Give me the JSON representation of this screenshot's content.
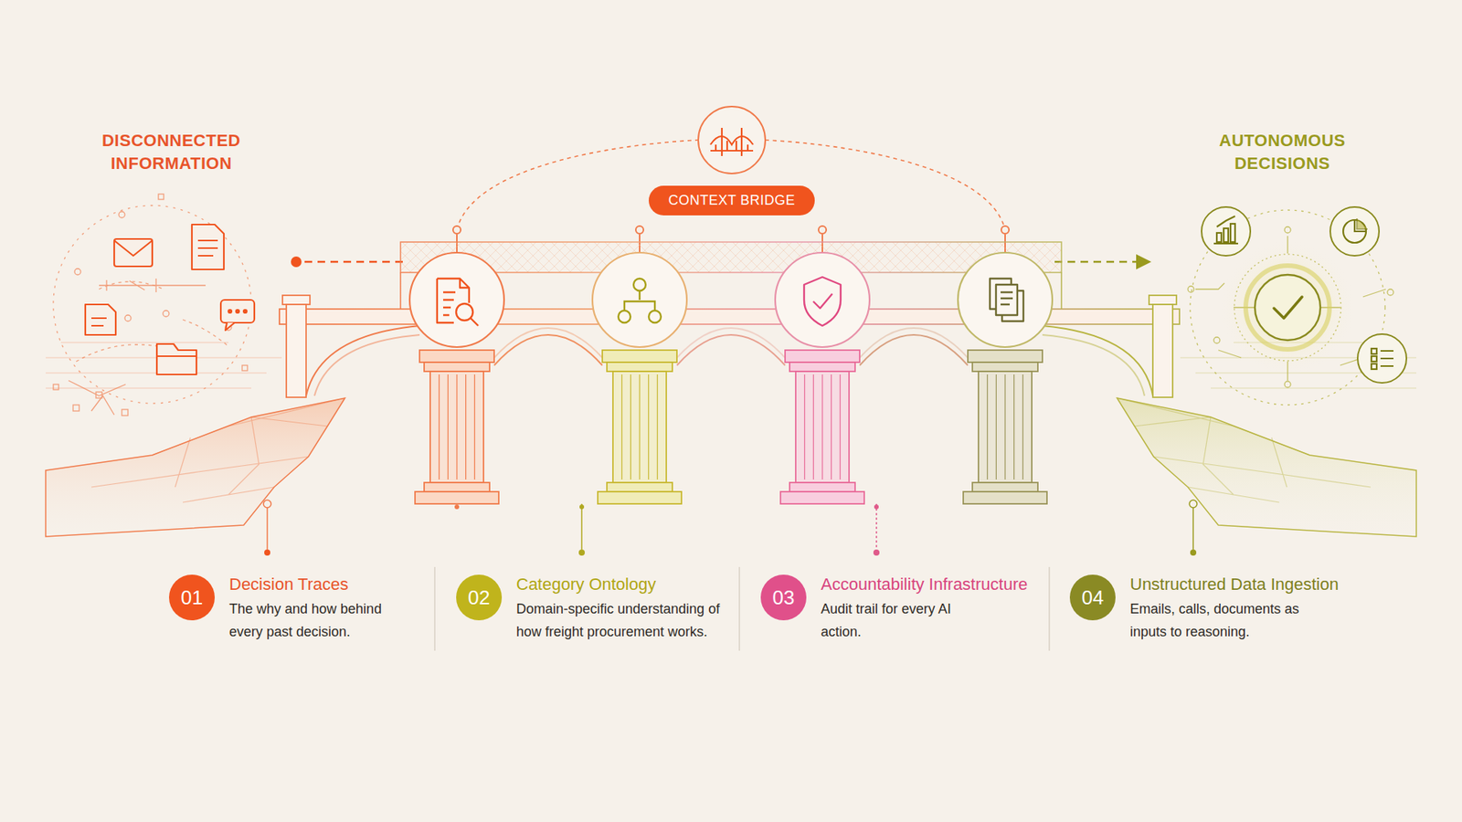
{
  "diagram": {
    "nodes": [
      {
        "text": [
          "CONTEXT BRIDGE"
        ]
      },
      {
        "text": [
          "01",
          "Decision Traces",
          "The why and how behind every past decision."
        ]
      },
      {
        "text": [
          "02",
          "Category Ontology",
          "Domain-specific understanding of how freight procurement works."
        ]
      },
      {
        "text": [
          "03",
          "Accountability Infrastructure",
          "Audit trail for every AI action."
        ]
      },
      {
        "text": [
          "04",
          "Unstructured Data Ingestion",
          "Emails, calls, documents as inputs to reasoning."
        ]
      }
    ],
    "labels": [
      "DISCONNECTED INFORMATION",
      "AUTONOMOUS DECISIONS"
    ]
  }
}
